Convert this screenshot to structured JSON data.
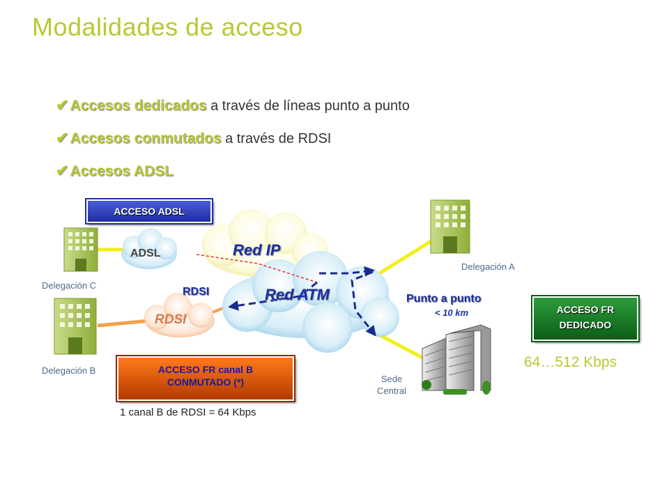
{
  "title": "Modalidades de acceso",
  "bullets": [
    {
      "strong": "Accesos dedicados",
      "rest": " a través de líneas punto a punto"
    },
    {
      "strong": "Accesos conmutados",
      "rest": " a través de RDSI"
    },
    {
      "strong": "Accesos ADSL",
      "rest": ""
    }
  ],
  "check_glyph": "✔",
  "boxes": {
    "adsl": "ACCESO ADSL",
    "fr_b_line1": "ACCESO FR canal B",
    "fr_b_line2": "CONMUTADO (*)",
    "fr_ded_line1": "ACCESO FR",
    "fr_ded_line2": "DEDICADO"
  },
  "labels": {
    "adsl_cloud": "ADSL",
    "rdsi_cloud": "RDSI",
    "red_ip": "Red IP",
    "red_atm": "Red ATM",
    "rdsi_link": "RDSI",
    "punto": "Punto a punto",
    "km": "< 10 km",
    "deleg_a": "Delegación A",
    "deleg_b": "Delegación B",
    "deleg_c": "Delegación C",
    "sede1": "Sede",
    "sede2": "Central",
    "kbps": "64…512 Kbps",
    "canal": "1 canal B de RDSI = 64 Kbps"
  },
  "colors": {
    "title": "#b8c832",
    "adsl_box": "#1f2f9e",
    "fr_b_box": "#e05a00",
    "fr_ded_box": "#0b5e17",
    "link_yellow": "#f2ef1a",
    "link_orange": "#f5a04a",
    "atm_arrow": "#1a2b8c",
    "ip_dashed": "#e0302a"
  }
}
